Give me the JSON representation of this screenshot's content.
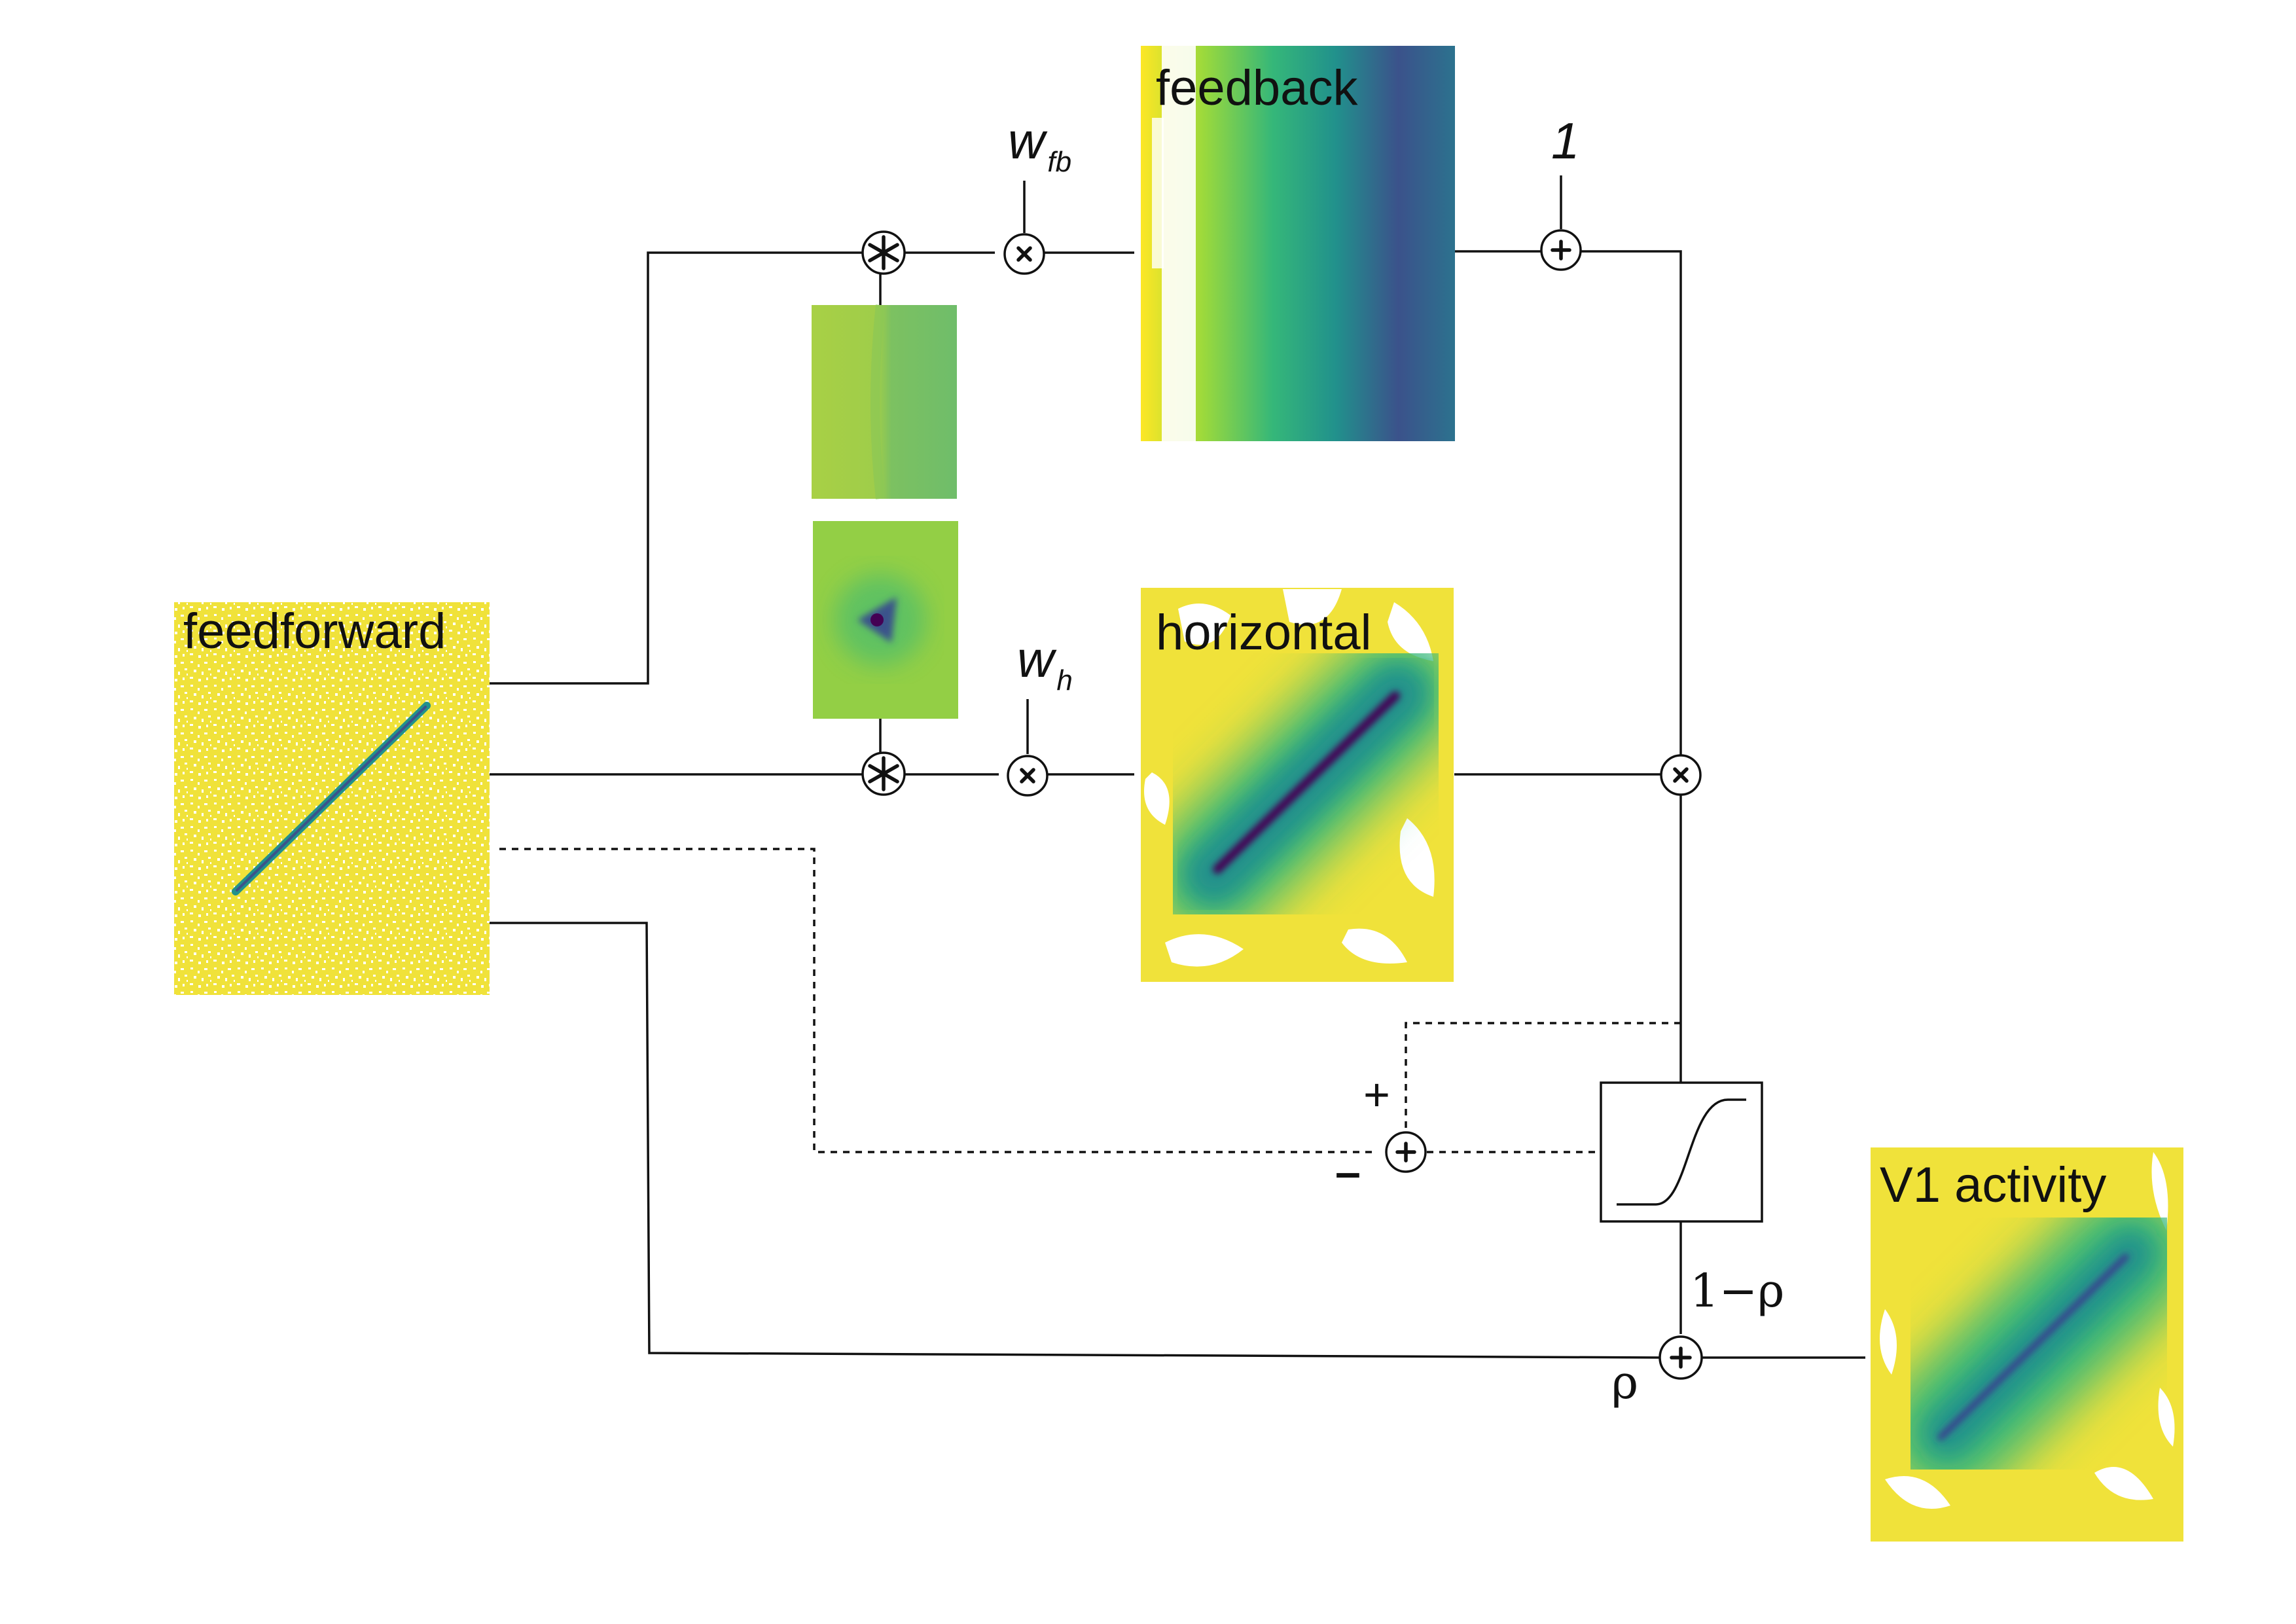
{
  "panels": {
    "feedforward": "feedforward",
    "feedback": "feedback",
    "horizontal": "horizontal",
    "v1": "V1 activity"
  },
  "weights": {
    "fb": {
      "base": "w",
      "sub": "fb"
    },
    "h": {
      "base": "w",
      "sub": "h"
    },
    "one": "1"
  },
  "signs": {
    "plus": "+",
    "minus": "–"
  },
  "mix": {
    "one_minus_rho": "1−ρ",
    "rho": "ρ"
  },
  "colors": {
    "viridis_dark": "#440154",
    "viridis_blue": "#3b528b",
    "viridis_teal": "#21918c",
    "viridis_green": "#5ec962",
    "viridis_yellow": "#fde725"
  }
}
